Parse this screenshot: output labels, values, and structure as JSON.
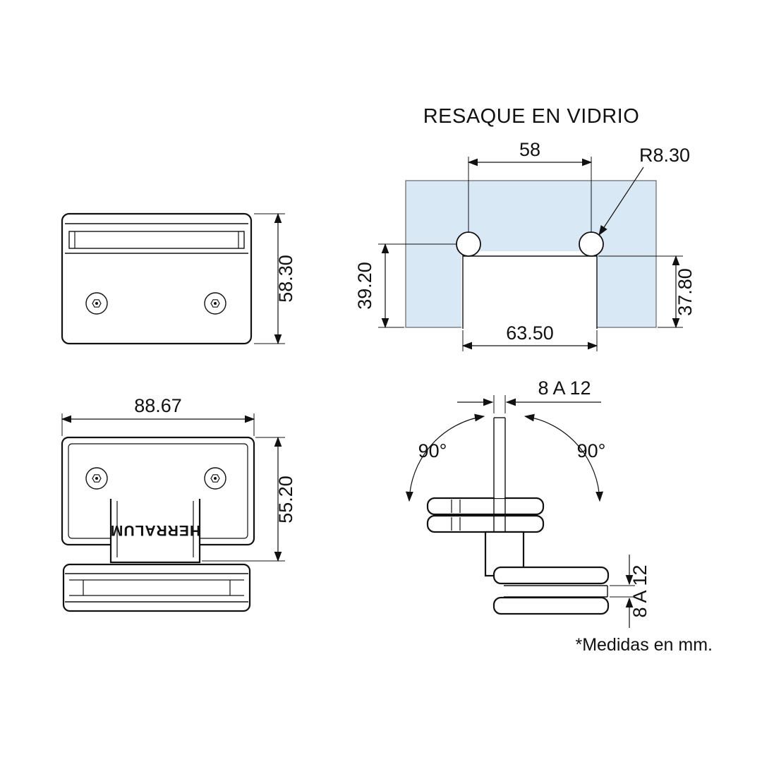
{
  "title": "RESAQUE EN VIDRIO",
  "footnote": "*Medidas en mm.",
  "brand": "HERRALUM",
  "colors": {
    "glass_fill": "#d9e8f5",
    "line": "#111111",
    "footnote": "#9b9b9b"
  },
  "views": {
    "top_view": {
      "height_dim": "58.30"
    },
    "front_view": {
      "width_dim": "88.67",
      "height_dim": "55.20"
    },
    "glass_cutout": {
      "hole_spacing": "58",
      "hole_radius": "R8.30",
      "left_depth": "39.20",
      "right_depth": "37.80",
      "notch_width": "63.50"
    },
    "side_view": {
      "glass_thickness_top": "8 A 12",
      "glass_thickness_bottom": "8 A 12",
      "swing_left": "90°",
      "swing_right": "90°"
    }
  }
}
